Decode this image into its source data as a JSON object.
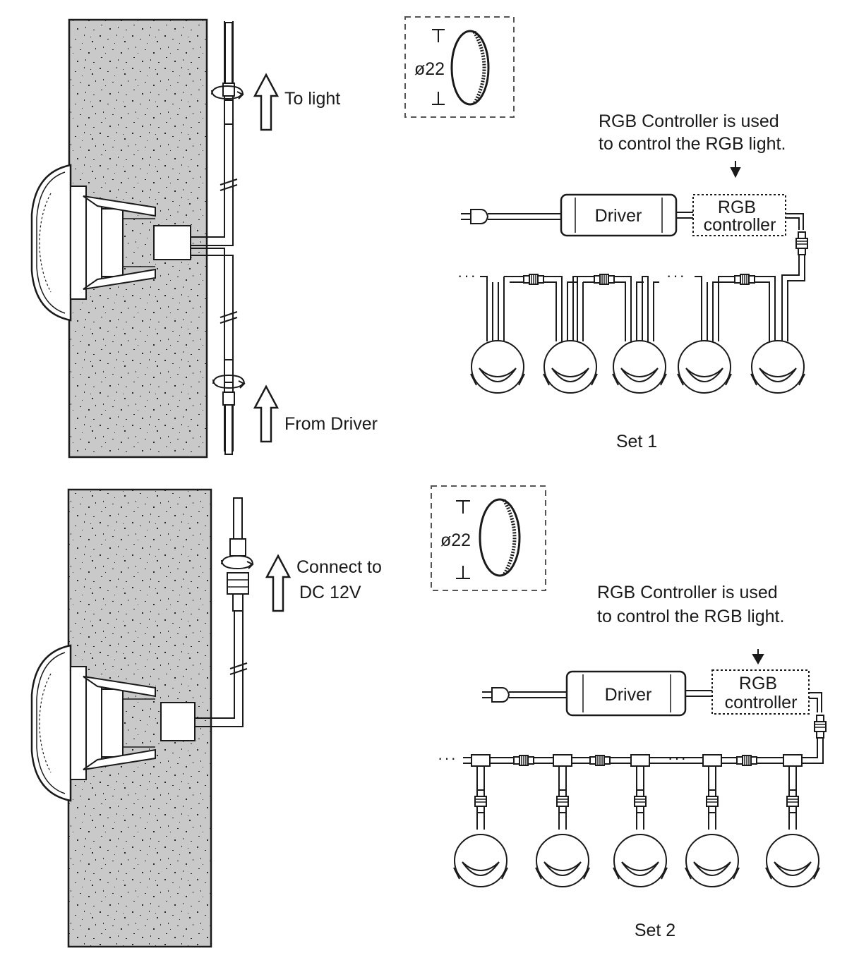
{
  "set1": {
    "label_to_light": "To light",
    "label_from_driver": "From Driver",
    "diameter": "ø22",
    "note_line1": "RGB Controller is used",
    "note_line2": "to control the RGB light.",
    "driver": "Driver",
    "rgb_line1": "RGB",
    "rgb_line2": "controller",
    "caption": "Set 1"
  },
  "set2": {
    "label_connect_line1": "Connect to",
    "label_connect_line2": "DC 12V",
    "diameter": "ø22",
    "note_line1": "RGB Controller is used",
    "note_line2": "to control the RGB light.",
    "driver": "Driver",
    "rgb_line1": "RGB",
    "rgb_line2": "controller",
    "caption": "Set 2"
  },
  "colors": {
    "wall": "#c8c8c8",
    "line": "#1a1a1a"
  }
}
